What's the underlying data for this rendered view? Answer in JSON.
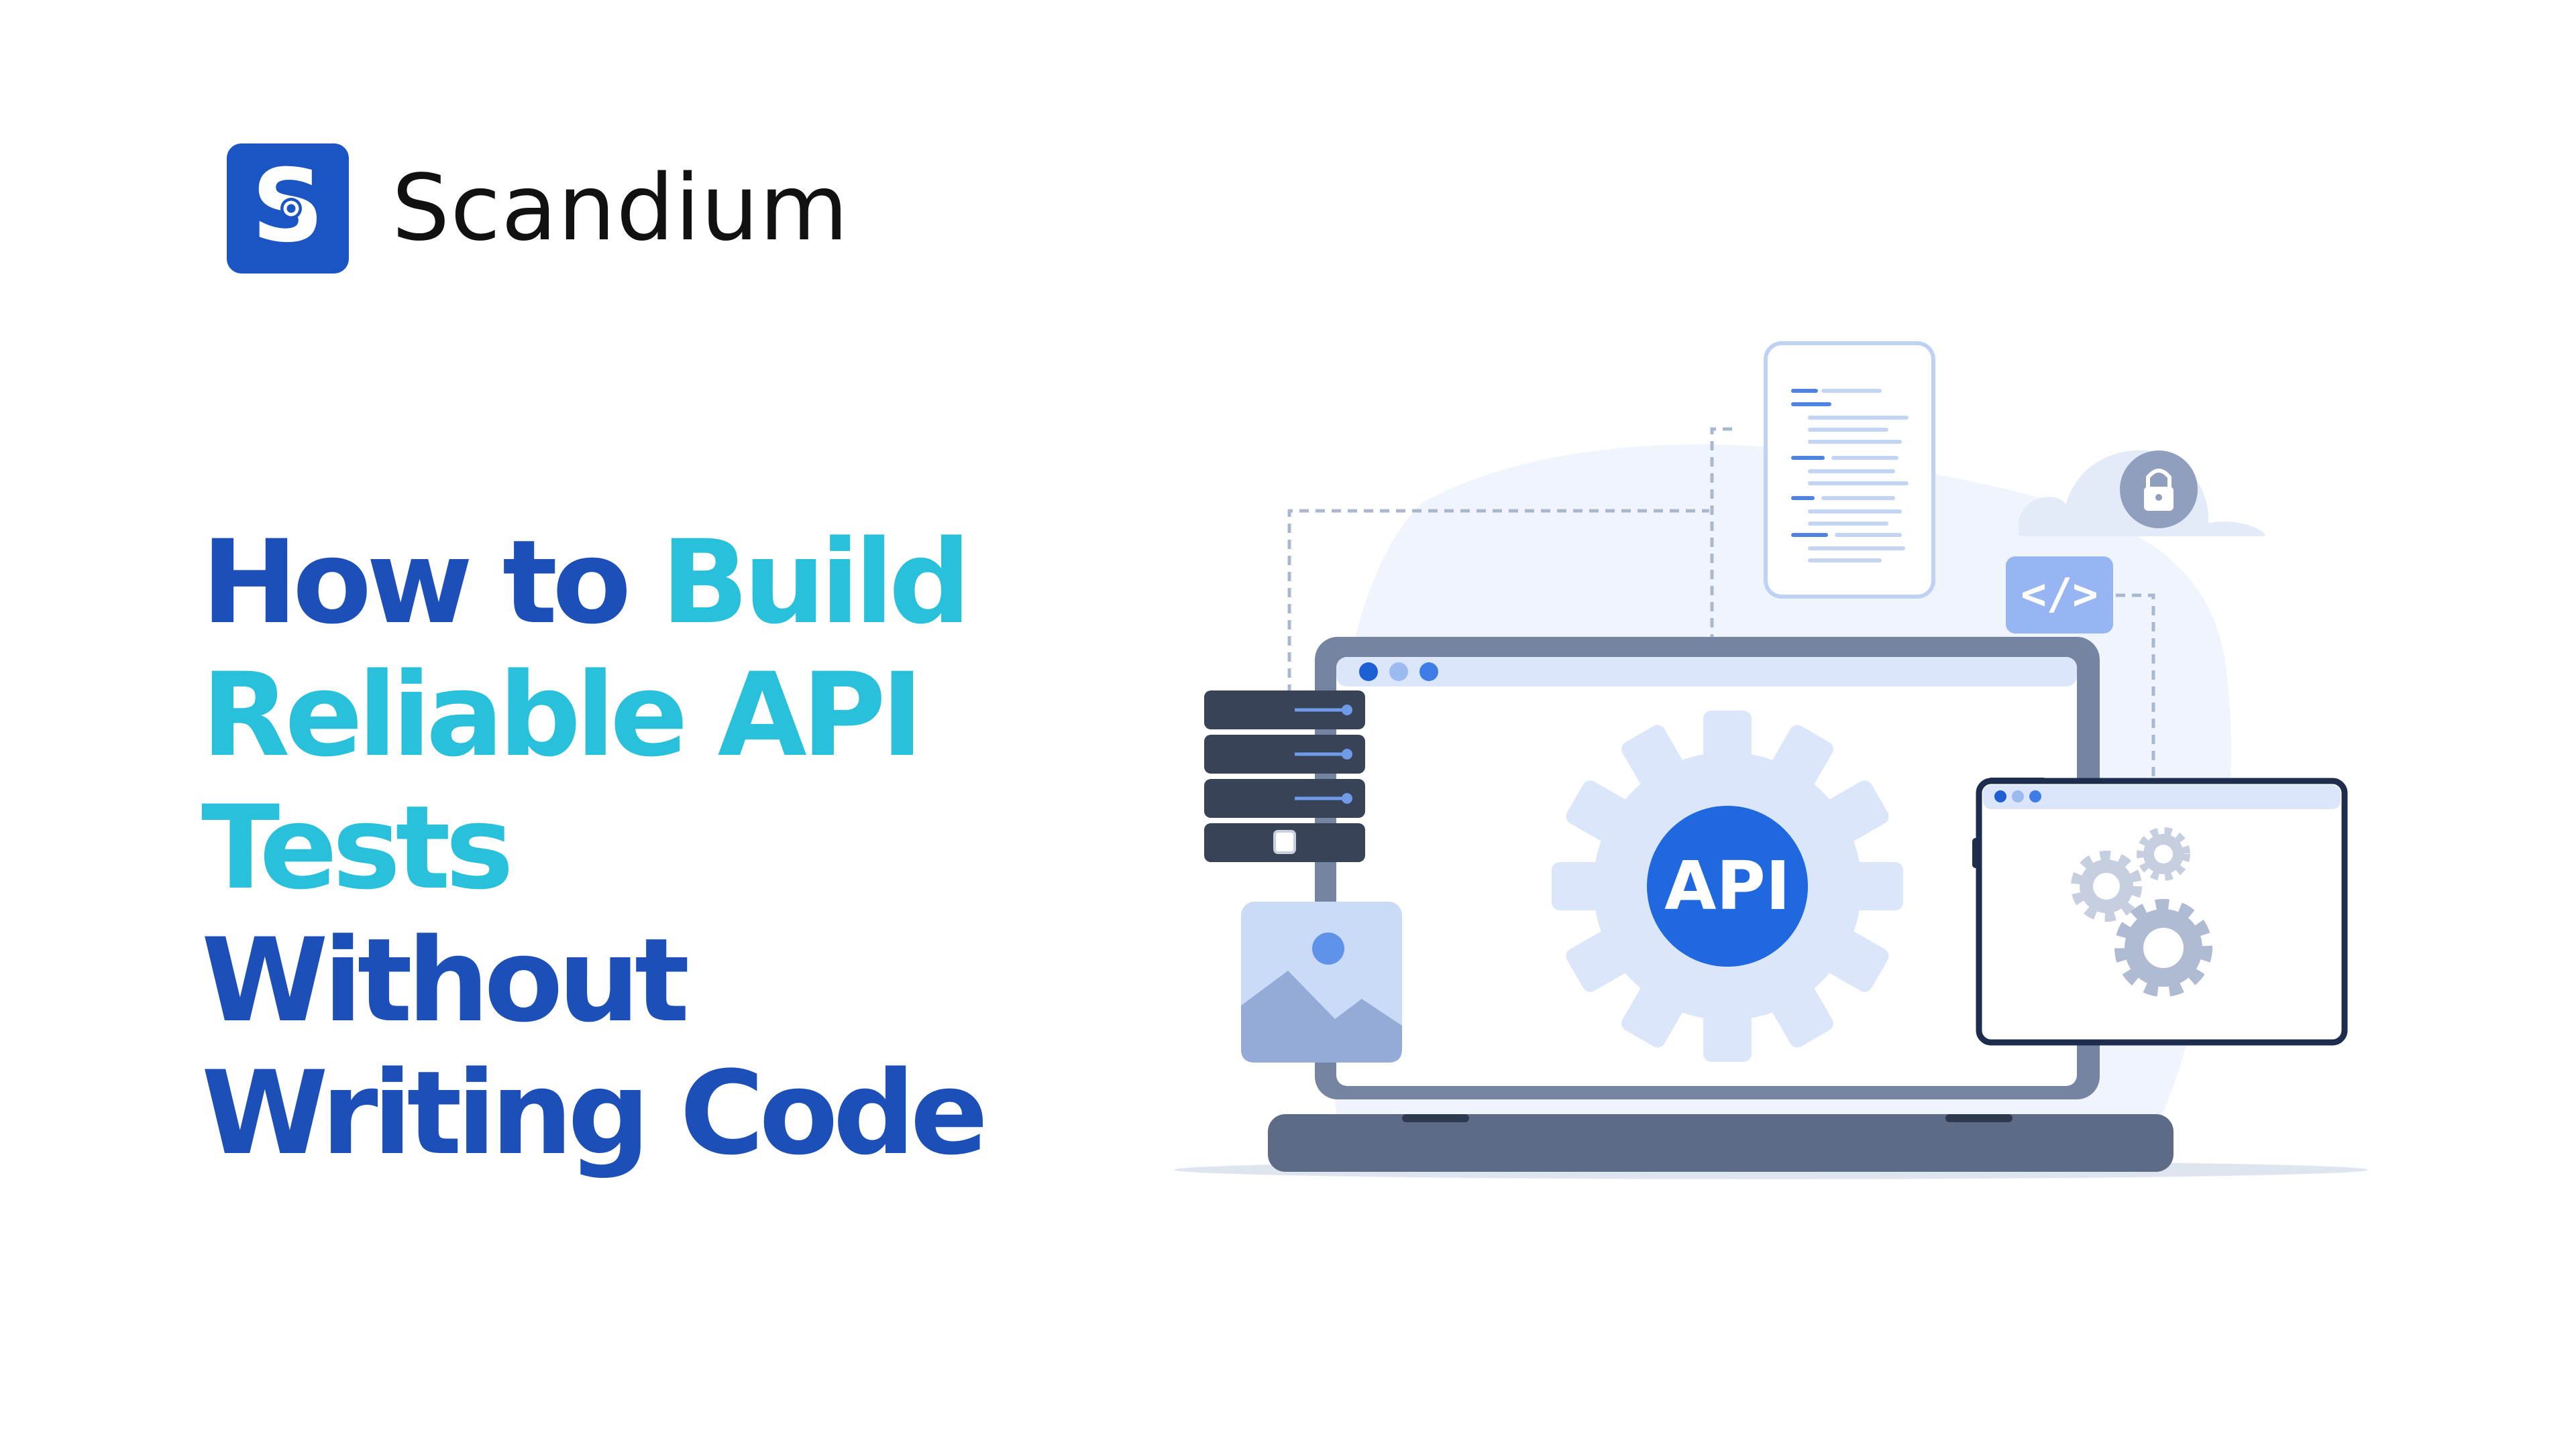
{
  "brand": {
    "name": "Scandium",
    "logo_letter": "S",
    "color": "#1b55c4"
  },
  "headline": {
    "lines": [
      [
        {
          "text": "How to ",
          "tone": "dark"
        },
        {
          "text": "Build",
          "tone": "cyan"
        }
      ],
      [
        {
          "text": "Reliable API",
          "tone": "cyan"
        }
      ],
      [
        {
          "text": "Tests",
          "tone": "cyan"
        }
      ],
      [
        {
          "text": "Without",
          "tone": "dark"
        }
      ],
      [
        {
          "text": "Writing Code",
          "tone": "dark"
        }
      ]
    ],
    "colors": {
      "dark": "#1c4fb8",
      "cyan": "#28c0da"
    }
  },
  "illustration": {
    "gear_label": "API",
    "code_tag": "</>",
    "icons": [
      "server-rack-icon",
      "image-placeholder-icon",
      "code-document-icon",
      "cloud-lock-icon",
      "code-tag-icon",
      "settings-gears-icon",
      "laptop-icon"
    ]
  }
}
